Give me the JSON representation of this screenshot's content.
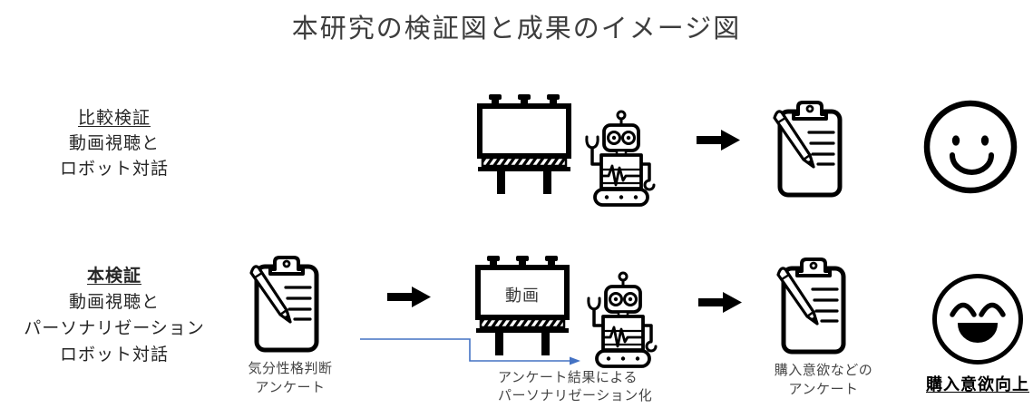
{
  "title": "本研究の検証図と成果のイメージ図",
  "comparison_row": {
    "heading": "比較検証",
    "line2": "動画視聴と",
    "line3": "ロボット対話"
  },
  "main_row": {
    "heading": "本検証",
    "line2": "動画視聴と",
    "line3": "パーソナリゼーション",
    "line4": "ロボット対話",
    "mood_survey_caption_1": "気分性格判断",
    "mood_survey_caption_2": "アンケート",
    "billboard_text": "動画",
    "personalization_note_1": "アンケート結果による",
    "personalization_note_2": "パーソナリゼーション化",
    "purchase_survey_caption_1": "購入意欲などの",
    "purchase_survey_caption_2": "アンケート",
    "outcome_label": "購入意欲向上"
  },
  "colors": {
    "ink": "#000000",
    "title_text": "#3d3d3d",
    "caption_gray": "#454545",
    "connector_blue": "#4472C4"
  },
  "icons": {
    "billboard": "billboard-icon",
    "robot": "robot-icon",
    "survey": "clipboard-pencil-icon",
    "smile": "smiley-face-icon",
    "laugh": "laughing-smiley-icon",
    "flow_arrow": "right-arrow-icon",
    "personalization_arrow": "blue-elbow-arrow-icon"
  }
}
